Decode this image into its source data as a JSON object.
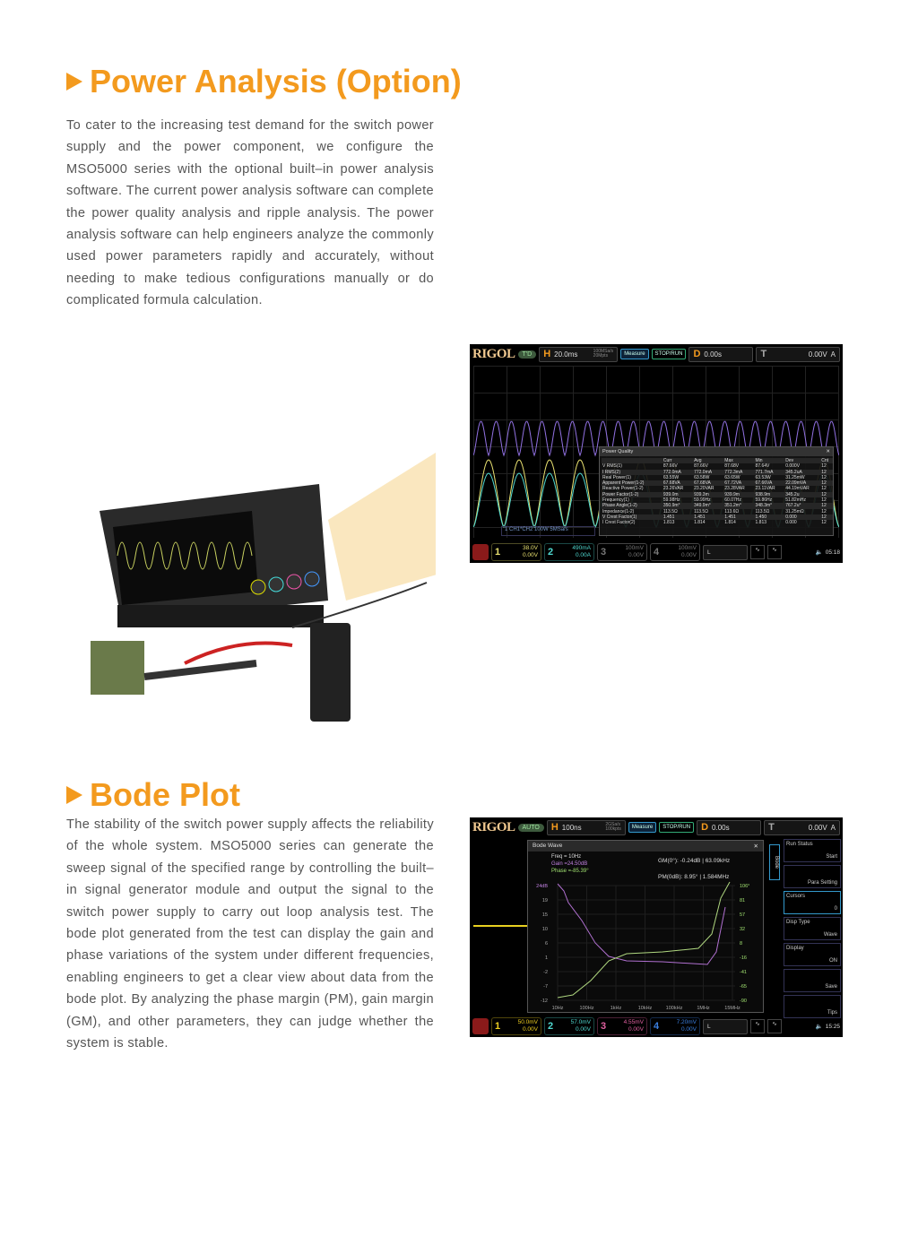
{
  "section1": {
    "title": "Power Analysis (Option)",
    "body": "To cater to the increasing test demand for the switch power supply and the power component, we configure the MSO5000 series with the optional built–in power analysis software. The current power analysis software can complete the power quality analysis and ripple analysis. The power analysis software can help engineers analyze the commonly used power parameters rapidly and accurately, without needing to make tedious configurations manually or do complicated formula calculation."
  },
  "section2": {
    "title": "Bode Plot",
    "body": "The stability of the switch power supply affects the reliability of the whole system. MSO5000 series can generate the sweep signal of the specified range by controlling the built–in signal generator module and output the signal to the switch power supply to carry out loop analysis test. The bode plot generated from the test can display the gain and phase variations of the system under different frequencies, enabling engineers to get a clear view about data from the bode plot. By analyzing the phase margin (PM), gain margin (GM), and other parameters, they can judge whether the system is stable."
  },
  "accent": "#f39a1e",
  "screen1": {
    "logo": "RIGOL",
    "mode": "T'D",
    "h": "H",
    "timebase": "20.0ms",
    "sa": "100MSa/s",
    "mpts": "20Mpts",
    "measure": "Measure",
    "stoprun": "STOP/RUN",
    "d": "D",
    "delay": "0.00s",
    "t": "T",
    "trig": "0.00V",
    "trig_mode": "A",
    "math": "1 CH1*CH2   100W   5MSa/s",
    "pq": {
      "title": "Power Quality",
      "headers": [
        "",
        "Curr",
        "Avg",
        "Max",
        "Min",
        "Dev",
        "Cnt"
      ],
      "rows": [
        [
          "V RMS(1)",
          "87.66V",
          "87.66V",
          "87.68V",
          "87.64V",
          "0.000V",
          "12"
        ],
        [
          "I RMS(2)",
          "772.0mA",
          "772.0mA",
          "772.3mA",
          "771.7mA",
          "345.2uA",
          "12"
        ],
        [
          "Real Power(1)",
          "63.55W",
          "63.58W",
          "63.65W",
          "63.53W",
          "31.25mW",
          "12"
        ],
        [
          "Apparent Power(1-2)",
          "67.68VA",
          "67.68VA",
          "67.72VA",
          "67.66VA",
          "22.09mVA",
          "12"
        ],
        [
          "Reactive Power(1-2)",
          "23.26VAR",
          "23.20VAR",
          "23.28VAR",
          "23.11VAR",
          "44.19mVAR",
          "12"
        ],
        [
          "Power Factor(1-2)",
          "939.0m",
          "939.3m",
          "939.9m",
          "938.9m",
          "345.2u",
          "12"
        ],
        [
          "Frequency(1)",
          "59.98Hz",
          "59.99Hz",
          "60.07Hz",
          "59.86Hz",
          "51.82mHz",
          "12"
        ],
        [
          "Phase Angle(1-2)",
          "350.9m°",
          "349.9m°",
          "351.2m°",
          "348.3m°",
          "767.2u°",
          "12"
        ],
        [
          "Impedance(1-2)",
          "113.5Ω",
          "113.5Ω",
          "113.6Ω",
          "113.5Ω",
          "31.25mΩ",
          "12"
        ],
        [
          "V Crest Factor(1)",
          "1.451",
          "1.451",
          "1.451",
          "1.450",
          "0.000",
          "12"
        ],
        [
          "I Crest Factor(2)",
          "1.813",
          "1.814",
          "1.814",
          "1.813",
          "0.000",
          "12"
        ]
      ]
    },
    "channels": [
      {
        "n": "1",
        "scale": "38.0V",
        "offset": "0.00V",
        "color": "#e8e070"
      },
      {
        "n": "2",
        "scale": "490mA",
        "offset": "0.00A",
        "color": "#4fd8d0"
      },
      {
        "n": "3",
        "scale": "100mV",
        "offset": "0.00V",
        "color": "#777"
      },
      {
        "n": "4",
        "scale": "100mV",
        "offset": "0.00V",
        "color": "#777"
      }
    ],
    "la": "L",
    "time": "05:18"
  },
  "screen2": {
    "logo": "RIGOL",
    "mode": "AUTO",
    "h": "H",
    "timebase": "100ns",
    "sa": "2GSa/s",
    "mpts": "100kpts",
    "measure": "Measure",
    "stoprun": "STOP/RUN",
    "d": "D",
    "delay": "0.00s",
    "t": "T",
    "trig": "0.00V",
    "trig_mode": "A",
    "bode": {
      "title": "Bode Wave",
      "freq": "Freq = 10Hz",
      "gain": "Gain =24.50dB",
      "phase": "Phase =-85.39°",
      "gm": "GM(0°):   -0.24dB | 63.09kHz",
      "pm": "PM(0dB):  8.95° | 1.584MHz",
      "gain_ticks": [
        "24dB",
        "19",
        "15",
        "10",
        "6",
        "1",
        "-2",
        "-7",
        "-12"
      ],
      "phase_ticks": [
        "106°",
        "81",
        "57",
        "32",
        "8",
        "-16",
        "-41",
        "-65",
        "-90"
      ],
      "freq_ticks": [
        "10Hz",
        "100Hz",
        "1kHz",
        "10kHz",
        "100kHz",
        "1MHz",
        "15MHz"
      ]
    },
    "side_tab": "Bode",
    "menu": [
      {
        "label": "Run Status",
        "value": "Start"
      },
      {
        "label": "",
        "value": "Para Setting"
      },
      {
        "label": "Cursors",
        "value": "0"
      },
      {
        "label": "Disp Type",
        "value": "Wave"
      },
      {
        "label": "Display",
        "value": "ON"
      },
      {
        "label": "",
        "value": "Save"
      },
      {
        "label": "",
        "value": "Tips"
      }
    ],
    "channels": [
      {
        "n": "1",
        "scale": "50.0mV",
        "offset": "0.00V",
        "color": "#f0d020"
      },
      {
        "n": "2",
        "scale": "57.0mV",
        "offset": "0.00V",
        "color": "#4fd8d0"
      },
      {
        "n": "3",
        "scale": "4.55mV",
        "offset": "0.00V",
        "color": "#e060a0"
      },
      {
        "n": "4",
        "scale": "7.20mV",
        "offset": "0.00V",
        "color": "#3a7fe0"
      }
    ],
    "la": "L",
    "time": "15:25"
  }
}
